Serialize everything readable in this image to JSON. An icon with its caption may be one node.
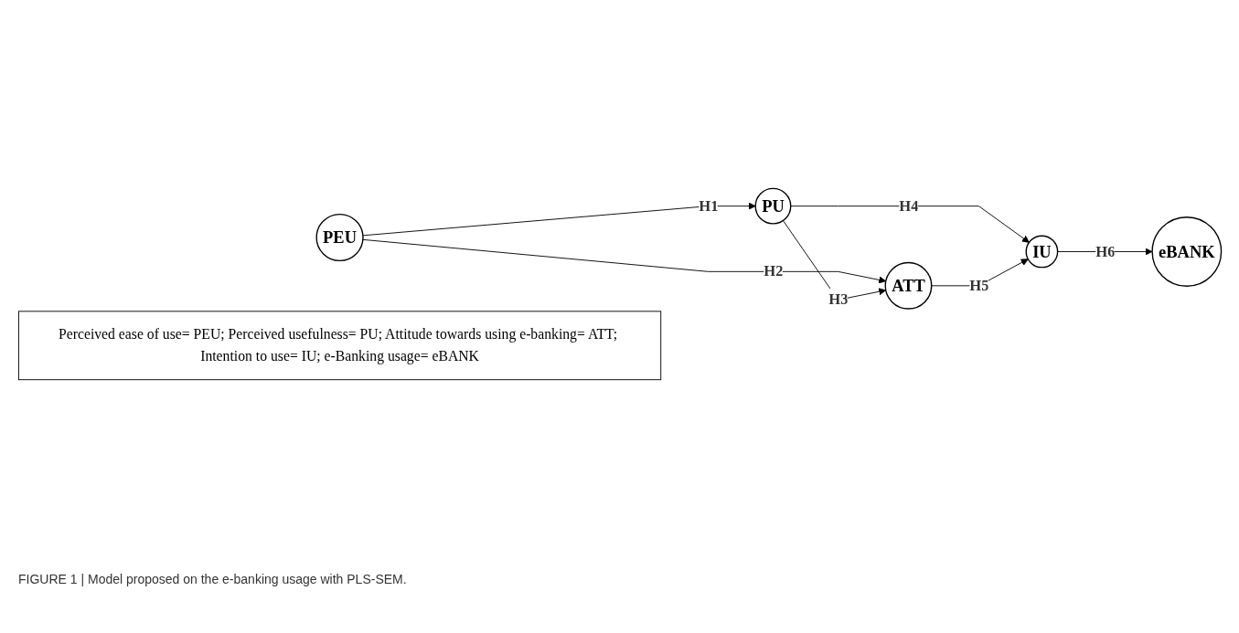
{
  "diagram": {
    "caption": "FIGURE 1 | Model proposed on the e-banking usage with PLS-SEM.",
    "nodes": [
      {
        "text": [
          "PEU"
        ]
      },
      {
        "text": [
          "PU"
        ]
      },
      {
        "text": [
          "ATT"
        ]
      },
      {
        "text": [
          "IU"
        ]
      },
      {
        "text": [
          "eBANK"
        ]
      },
      {
        "text": [
          "Perceived ease of use= PEU; Perceived usefulness= PU; Attitude towards using e-banking= ATT; Intention to use= IU; e-Banking usage= eBANK"
        ]
      }
    ],
    "edges": [
      {
        "from": 0,
        "to": 1,
        "arrow": "to",
        "label": "H1"
      },
      {
        "from": 0,
        "to": 2,
        "arrow": "to",
        "label": "H2"
      },
      {
        "from": 1,
        "to": 2,
        "arrow": "to",
        "label": "H3"
      },
      {
        "from": 1,
        "to": 3,
        "arrow": "to",
        "label": "H4"
      },
      {
        "from": 2,
        "to": 3,
        "arrow": "to",
        "label": "H5"
      },
      {
        "from": 3,
        "to": 4,
        "arrow": "to",
        "label": "H6"
      }
    ]
  }
}
